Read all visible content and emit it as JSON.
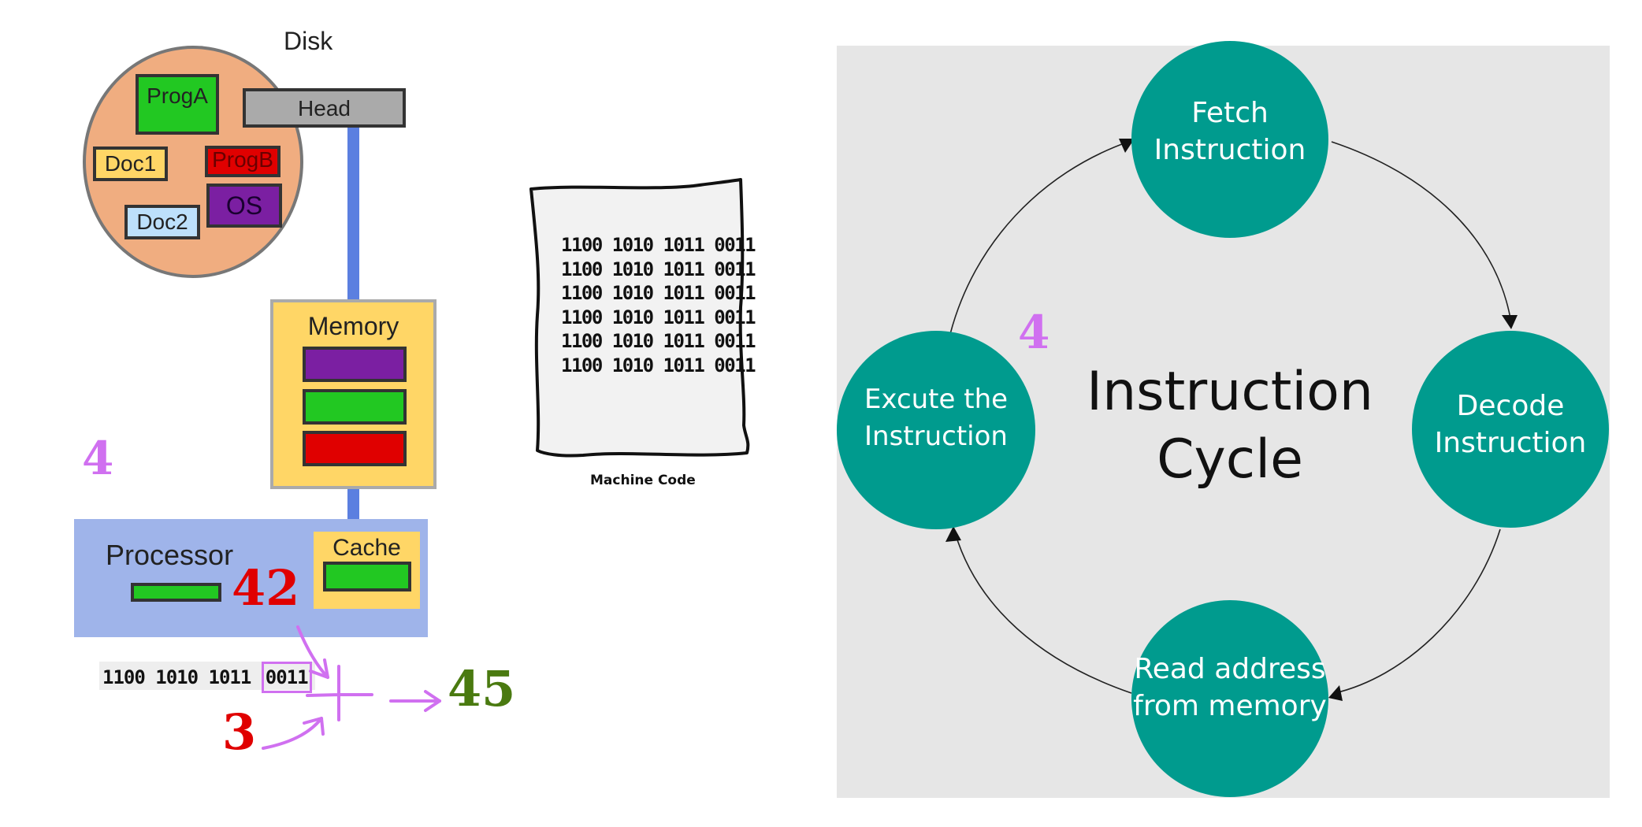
{
  "computer": {
    "disk_title": "Disk",
    "head_label": "Head",
    "disk_files": [
      "ProgA",
      "Doc1",
      "ProgB",
      "OS",
      "Doc2"
    ],
    "memory_label": "Memory",
    "processor_label": "Processor",
    "cache_label": "Cache",
    "annotation_4": "4",
    "value_42": "42",
    "value_3": "3",
    "value_45": "45",
    "binary_instruction": "1100 1010 1011",
    "binary_highlight": "0011"
  },
  "machine_code": {
    "lines": [
      "1100 1010 1011 0011",
      "1100 1010 1011 0011",
      "1100 1010 1011 0011",
      "1100 1010 1011 0011",
      "1100 1010 1011 0011",
      "1100 1010 1011 0011"
    ],
    "caption": "Machine Code"
  },
  "instruction_cycle": {
    "title_line1": "Instruction",
    "title_line2": "Cycle",
    "annotation_4": "4",
    "steps": [
      {
        "line1": "Fetch",
        "line2": "Instruction"
      },
      {
        "line1": "Decode",
        "line2": "Instruction"
      },
      {
        "line1": "Read address",
        "line2": "from memory"
      },
      {
        "line1": "Excute the",
        "line2": "Instruction"
      }
    ]
  },
  "colors": {
    "disk_fill": "#f0ad80",
    "bus": "#5b7fe0",
    "memory_fill": "#ffd666",
    "processor_fill": "#9fb4ea",
    "purple": "#7b1fa2",
    "green": "#22c822",
    "red": "#e00000",
    "annotation_purple": "#d070f0",
    "result_green": "#4a7a10",
    "cycle_bg": "#e6e6e6",
    "teal": "#009b8e"
  }
}
